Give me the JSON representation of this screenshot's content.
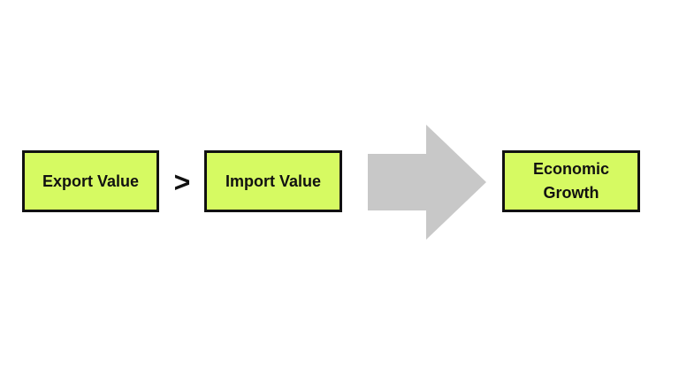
{
  "diagram": {
    "nodes": [
      {
        "id": "export",
        "label": "Export Value"
      },
      {
        "id": "import",
        "label": "Import Value"
      },
      {
        "id": "growth",
        "label": "Economic Growth"
      }
    ],
    "comparison_operator": ">",
    "arrow_color": "#c8c8c8",
    "box_fill_color": "#d6fa62",
    "box_border_color": "#111111"
  }
}
